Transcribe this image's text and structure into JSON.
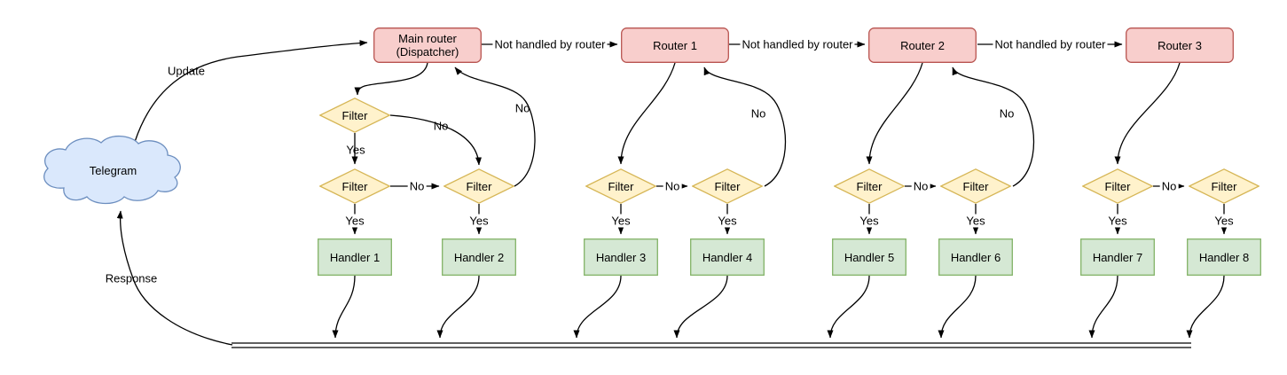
{
  "colors": {
    "edge": "#000000",
    "text": "#000000",
    "cloud_fill": "#DAE8FC",
    "cloud_stroke": "#6C8EBF",
    "router_fill": "#F8CECC",
    "router_stroke": "#B85450",
    "filter_fill": "#FFF2CC",
    "filter_stroke": "#D6B656",
    "handler_fill": "#D5E8D4",
    "handler_stroke": "#82B366"
  },
  "cloud": {
    "label": "Telegram"
  },
  "flow_labels": {
    "update": "Update",
    "response": "Response",
    "yes": "Yes",
    "no": "No",
    "not_handled": "Not handled by router"
  },
  "routers": [
    {
      "line1": "Main router",
      "line2": "(Dispatcher)"
    },
    {
      "line1": "Router 1"
    },
    {
      "line1": "Router 2"
    },
    {
      "line1": "Router 3"
    }
  ],
  "filters": [
    "Filter",
    "Filter",
    "Filter",
    "Filter",
    "Filter",
    "Filter",
    "Filter",
    "Filter",
    "Filter"
  ],
  "handlers": [
    "Handler 1",
    "Handler 2",
    "Handler 3",
    "Handler 4",
    "Handler 5",
    "Handler 6",
    "Handler 7",
    "Handler 8"
  ]
}
